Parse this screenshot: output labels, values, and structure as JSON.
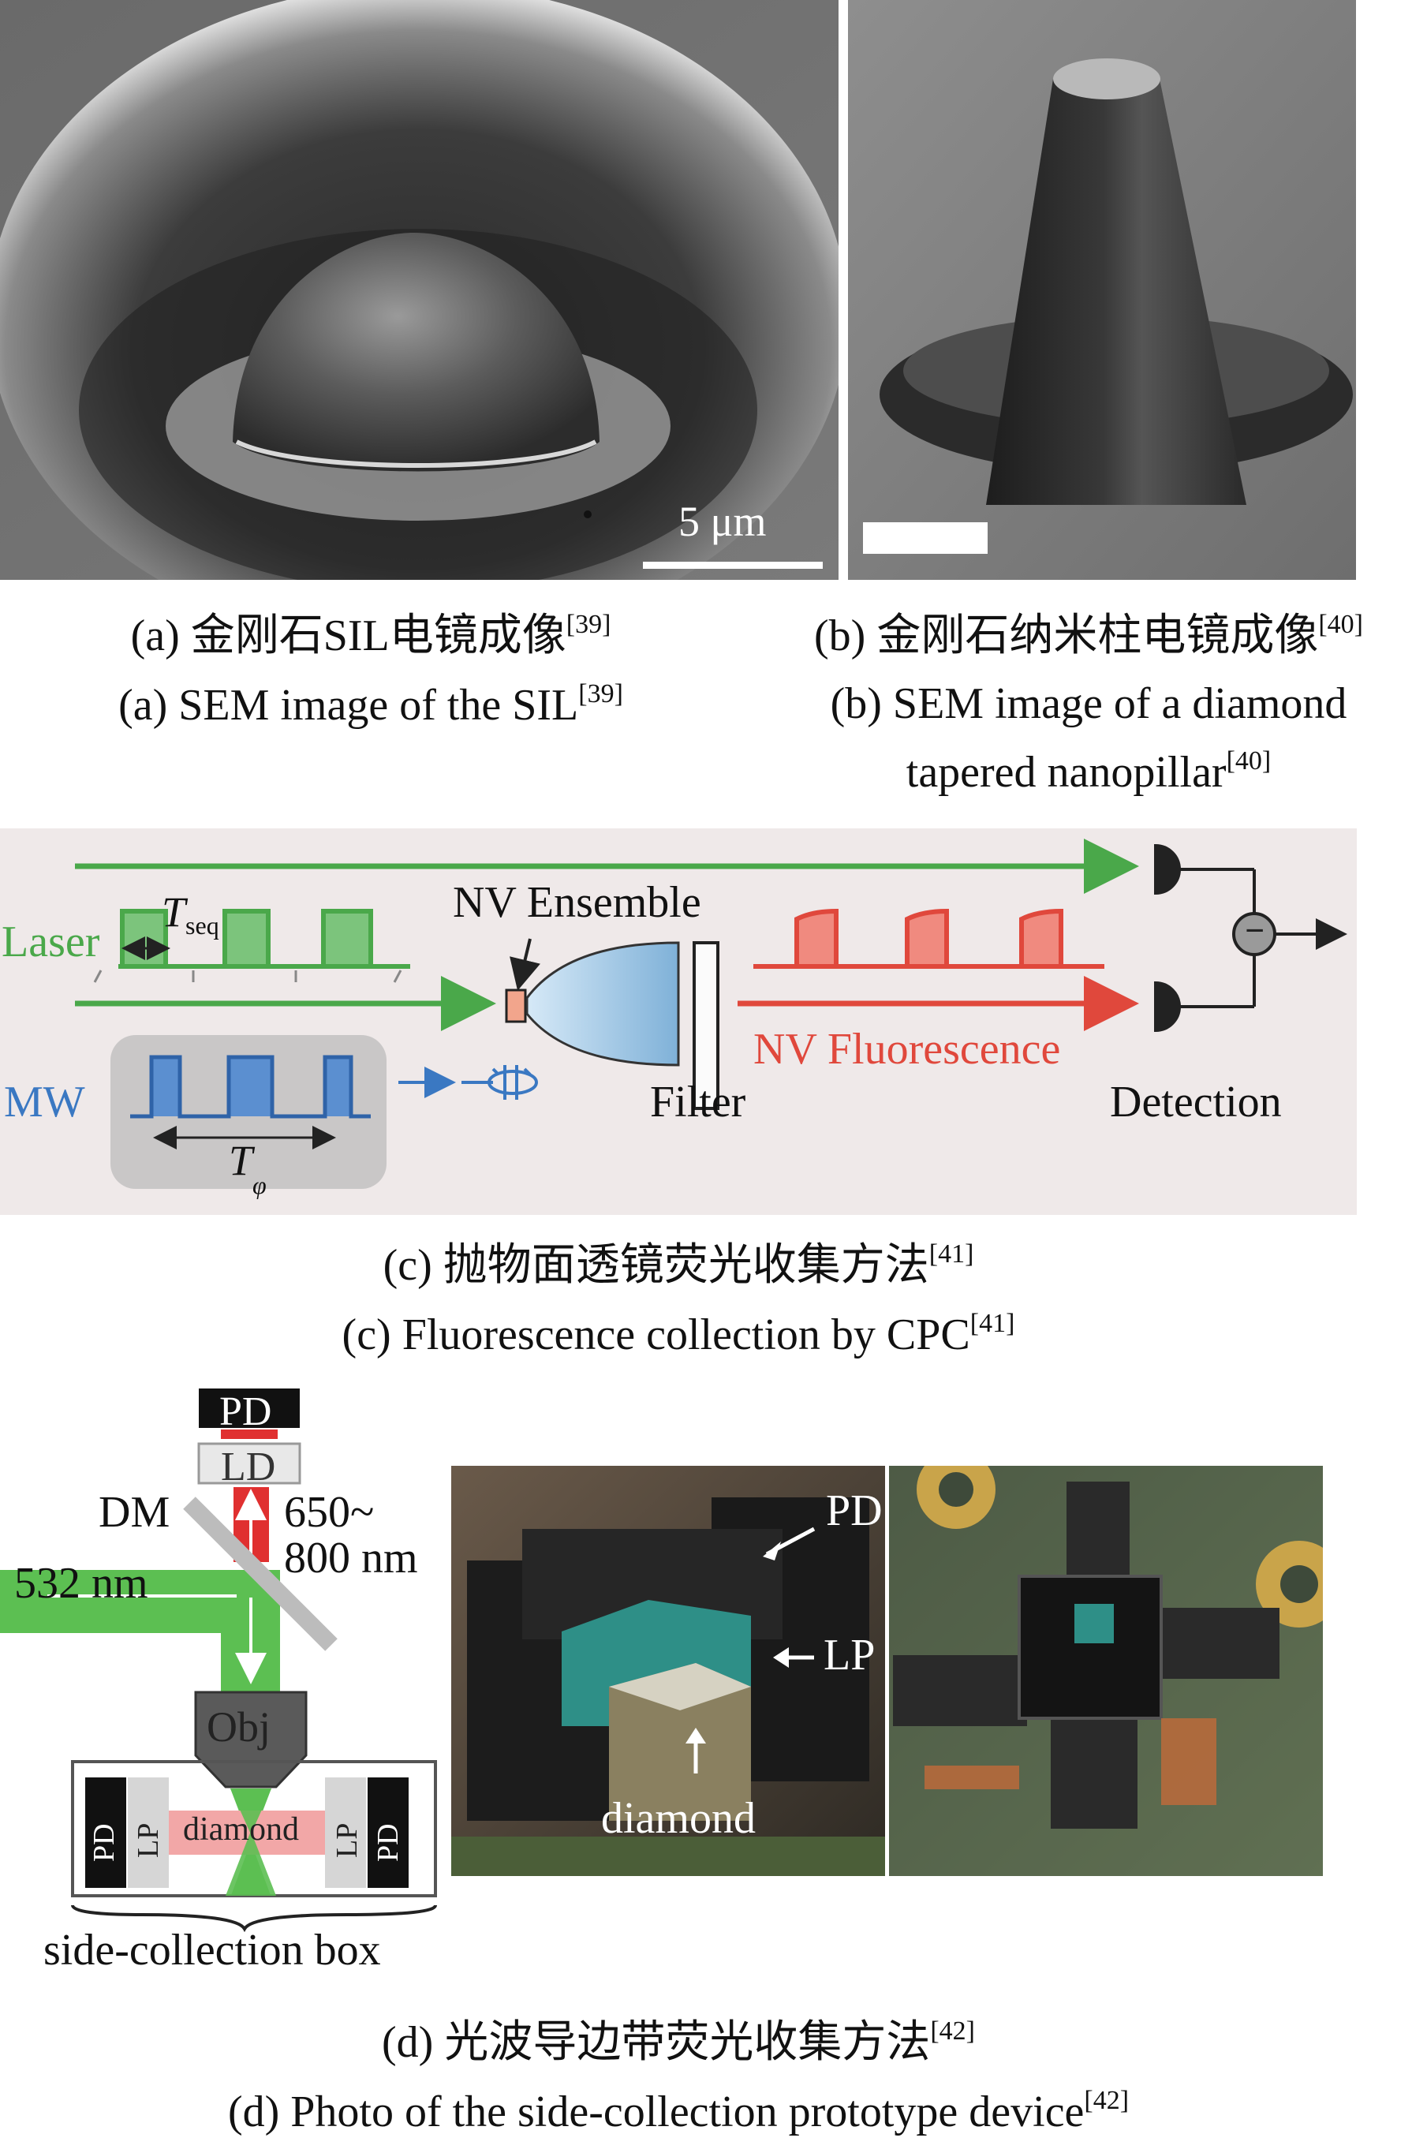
{
  "panel_a": {
    "scale_bar_label": "5 μm",
    "caption_cn": "(a) 金刚石SIL电镜成像",
    "caption_cn_ref": "[39]",
    "caption_en": "(a) SEM image of the SIL",
    "caption_en_ref": "[39]"
  },
  "panel_b": {
    "caption_cn": "(b) 金刚石纳米柱电镜成像",
    "caption_cn_ref": "[40]",
    "caption_en_line1": "(b) SEM image of a diamond",
    "caption_en_line2": "tapered nanopillar",
    "caption_en_ref": "[40]"
  },
  "panel_c": {
    "laser_label": "Laser",
    "tseq_label": "T",
    "tseq_sub": "seq",
    "mw_label": "MW",
    "tphi_label": "T",
    "tphi_sub": "φ",
    "nv_ensemble_label": "NV Ensemble",
    "filter_label": "Filter",
    "nv_fluorescence_label": "NV Fluorescence",
    "detection_label": "Detection",
    "minus_symbol": "−",
    "caption_cn": "(c) 抛物面透镜荧光收集方法",
    "caption_cn_ref": "[41]",
    "caption_en": "(c) Fluorescence collection by CPC",
    "caption_en_ref": "[41]",
    "colors": {
      "laser": "#4aa84a",
      "mw": "#3a78c2",
      "fluorescence": "#e0483c",
      "background": "#efe9e9"
    }
  },
  "panel_d": {
    "pd_top": "PD",
    "ld_top": "LD",
    "dm_label": "DM",
    "wavelength_range_line1": "650~",
    "wavelength_range_line2": "800 nm",
    "wavelength_532": "532 nm",
    "obj_label": "Obj",
    "box_pd_left": "PD",
    "box_lp_left": "LP",
    "box_diamond": "diamond",
    "box_lp_right": "LP",
    "box_pd_right": "PD",
    "box_caption": "side-collection box",
    "photo_pd_label": "PD",
    "photo_lp_label": "LP",
    "photo_diamond_label": "diamond",
    "caption_cn": "(d) 光波导边带荧光收集方法",
    "caption_cn_ref": "[42]",
    "caption_en": "(d) Photo of the side-collection prototype device",
    "caption_en_ref": "[42]"
  }
}
